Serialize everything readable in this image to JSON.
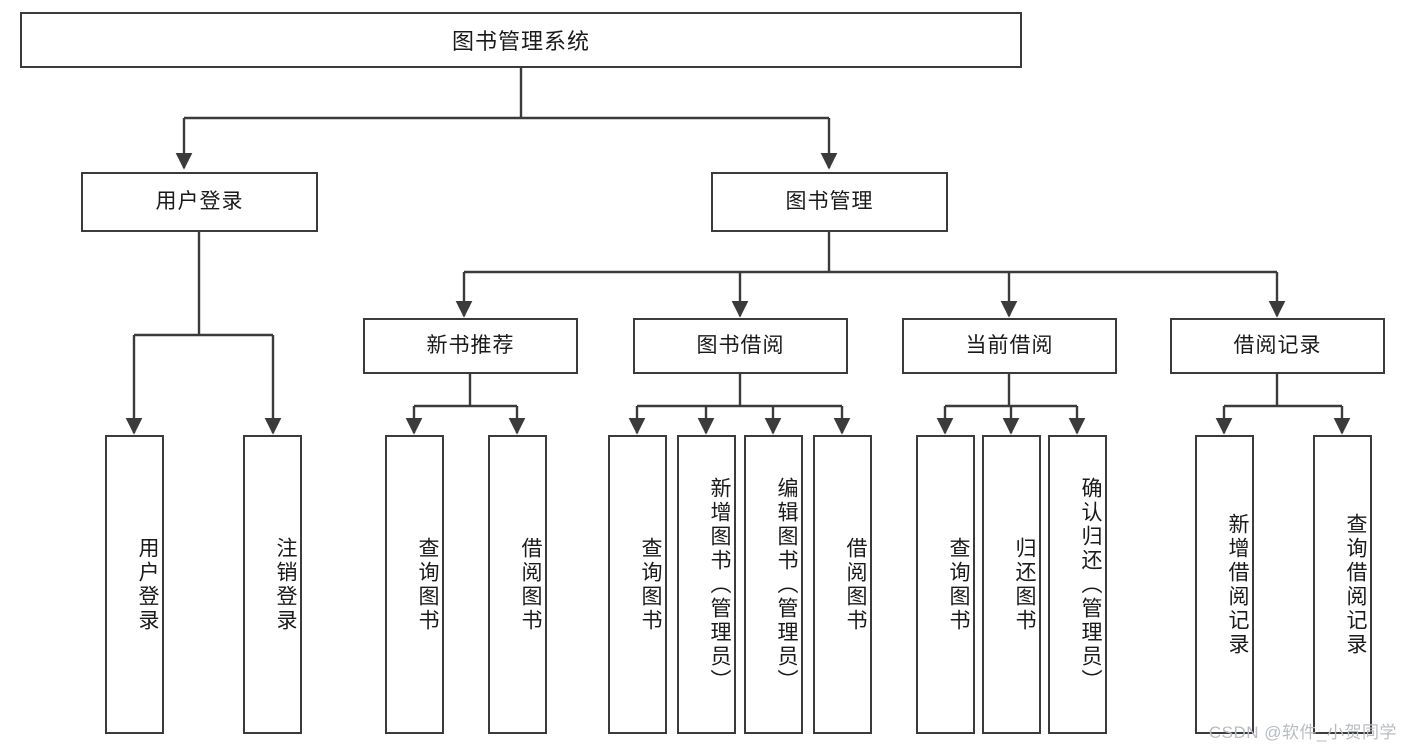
{
  "diagram": {
    "title_node": {
      "label": "图书管理系统"
    },
    "level2": [
      {
        "label": "用户登录"
      },
      {
        "label": "图书管理"
      }
    ],
    "level3": [
      {
        "label": "新书推荐"
      },
      {
        "label": "图书借阅"
      },
      {
        "label": "当前借阅"
      },
      {
        "label": "借阅记录"
      }
    ],
    "leaves": {
      "user_login": [
        {
          "label": "用户登录"
        },
        {
          "label": "注销登录"
        }
      ],
      "new_book": [
        {
          "label": "查询图书"
        },
        {
          "label": "借阅图书"
        }
      ],
      "book_borrow": [
        {
          "label": "查询图书"
        },
        {
          "label": "新增图书（管理员）"
        },
        {
          "label": "编辑图书（管理员）"
        },
        {
          "label": "借阅图书"
        }
      ],
      "current_borrow": [
        {
          "label": "查询图书"
        },
        {
          "label": "归还图书"
        },
        {
          "label": "确认归还（管理员）"
        }
      ],
      "borrow_record": [
        {
          "label": "新增借阅记录"
        },
        {
          "label": "查询借阅记录"
        }
      ]
    }
  },
  "watermark": {
    "text": "CSDN @软件_小贺同学"
  },
  "colors": {
    "stroke": "#3b3b3b",
    "background": "#ffffff",
    "text": "#1a1a1a",
    "watermark": "#b9bcc2"
  }
}
